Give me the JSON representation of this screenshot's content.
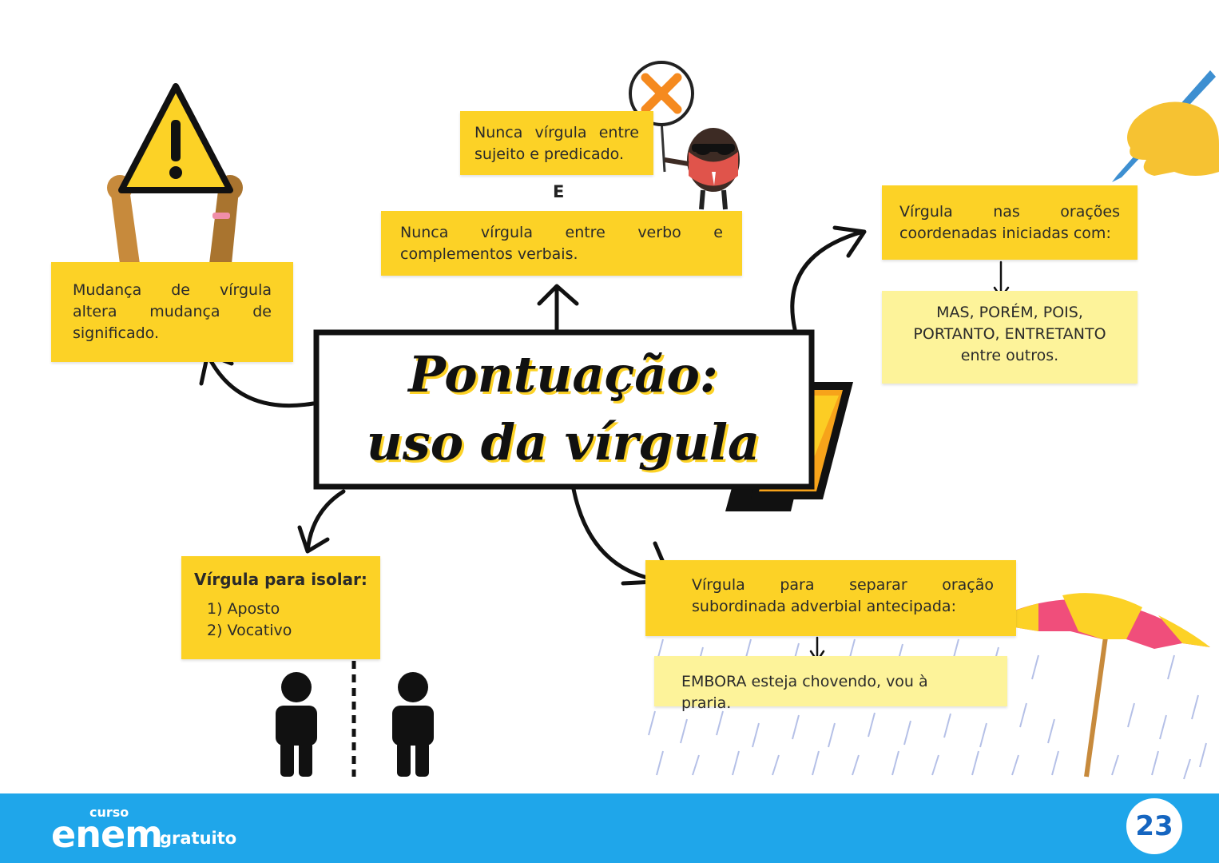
{
  "center": {
    "title_line1": "Pontuação:",
    "title_line2": "uso da vírgula"
  },
  "nodes": {
    "meaning": {
      "line1": "Mudança de vírgula",
      "line2": "altera mudança de",
      "line3": "significado."
    },
    "subject": {
      "line1": "Nunca vírgula entre",
      "line2": "sujeito e predicado."
    },
    "connector": "E",
    "verb": {
      "line1": "Nunca vírgula entre verbo e",
      "line2": "complementos verbais."
    },
    "coordinated": {
      "line1": "Vírgula nas orações",
      "line2": "coordenadas iniciadas com:"
    },
    "conjunctions": {
      "line1": "MAS, PORÉM, POIS,",
      "line2": "PORTANTO, ENTRETANTO",
      "line3": "entre outros."
    },
    "isolate": {
      "title": "Vírgula para isolar:",
      "item1": "1) Aposto",
      "item2": "2) Vocativo"
    },
    "subordinate": {
      "line1": "Vírgula para separar oração",
      "line2": "subordinada adverbial antecipada:"
    },
    "example": "EMBORA esteja chovendo, vou à praria."
  },
  "footer": {
    "logo_top": "curso",
    "logo_main": "enem",
    "logo_sub": "gratuito",
    "page_number": "23"
  },
  "colors": {
    "accent": "#fcd226",
    "light_accent": "#fdf39a",
    "footer": "#1fa6ea",
    "page_number_text": "#1565c0"
  }
}
